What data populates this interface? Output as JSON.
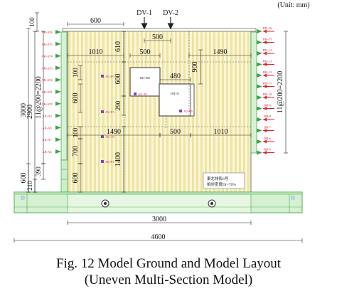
{
  "unit_note": "(Unit: mm)",
  "caption": {
    "line1": "Fig. 12 Model Ground and Model Layout",
    "line2": "(Uneven Multi-Section Model)"
  },
  "top_markers": [
    "DV-1",
    "DV-2"
  ],
  "dimensions": {
    "top_left_width": "600",
    "top_gap": "500",
    "row1_left": "1010",
    "row1_mid": "500",
    "row1_right": "1490",
    "inner_480": "480",
    "bottom_left": "1490",
    "bottom_mid": "500",
    "bottom_right": "1010",
    "base_inner": "3000",
    "base_total": "4600",
    "left_top": "100",
    "left_3000": "3000",
    "left_2900": "2900",
    "left_pitch": "11@200=2200",
    "left_600": "600",
    "left_390": "390",
    "left_210": "210",
    "right_pitch": "11@200=2200",
    "v_610": "610",
    "v_600a": "600",
    "v_290": "290",
    "v_1400": "1400",
    "v_900": "900",
    "v_100a": "100",
    "v_600b": "600",
    "v_100b": "100",
    "v_700": "700",
    "v_600c": "600"
  },
  "inner_boxes": [
    "DH-862",
    "DH-35"
  ],
  "legend_box": [
    "東北排影6号",
    "相対密度Dr=70%"
  ],
  "sensor_labels": {
    "left": [
      "AB-AT6",
      "AB-AT5",
      "AB-AT4",
      "AB-AT3",
      "AB-AT2",
      "AB-AT1",
      "AB-AT0",
      "AB-A9",
      "AB-A8",
      "AB-A7",
      "AB-A6"
    ],
    "right": [
      "DH-16",
      "DH-15",
      "DH-14",
      "DH-13",
      "DH-12",
      "DH-11",
      "DH-10",
      "DH-9",
      "DH-8",
      "DH-7",
      "DH-6",
      "DH-5"
    ],
    "inner": [
      "AU-F9",
      "AU-18",
      "AU-F3",
      "AU-F5",
      "AU-13",
      "AU-F1"
    ]
  },
  "colors": {
    "stripe": "#efe6a6",
    "stripe_alt": "#fbf6d8",
    "green": "#41a348",
    "green_fill": "#cdeecb",
    "red": "#e0202a",
    "purple": "#7f45b5",
    "dim": "#222222"
  }
}
